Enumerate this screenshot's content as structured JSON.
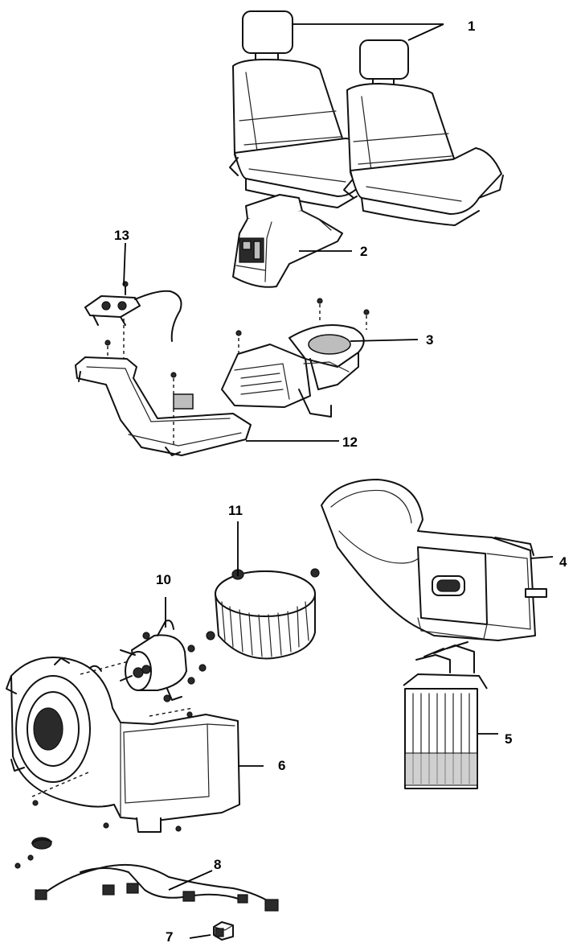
{
  "diagram": {
    "callouts": [
      {
        "id": "c1",
        "text": "1"
      },
      {
        "id": "c2",
        "text": "2"
      },
      {
        "id": "c3",
        "text": "3"
      },
      {
        "id": "c4",
        "text": "4"
      },
      {
        "id": "c5",
        "text": "5"
      },
      {
        "id": "c6",
        "text": "6"
      },
      {
        "id": "c7",
        "text": "7"
      },
      {
        "id": "c8",
        "text": "8"
      },
      {
        "id": "c10",
        "text": "10"
      },
      {
        "id": "c11",
        "text": "11"
      },
      {
        "id": "c12",
        "text": "12"
      },
      {
        "id": "c13",
        "text": "13"
      }
    ]
  }
}
